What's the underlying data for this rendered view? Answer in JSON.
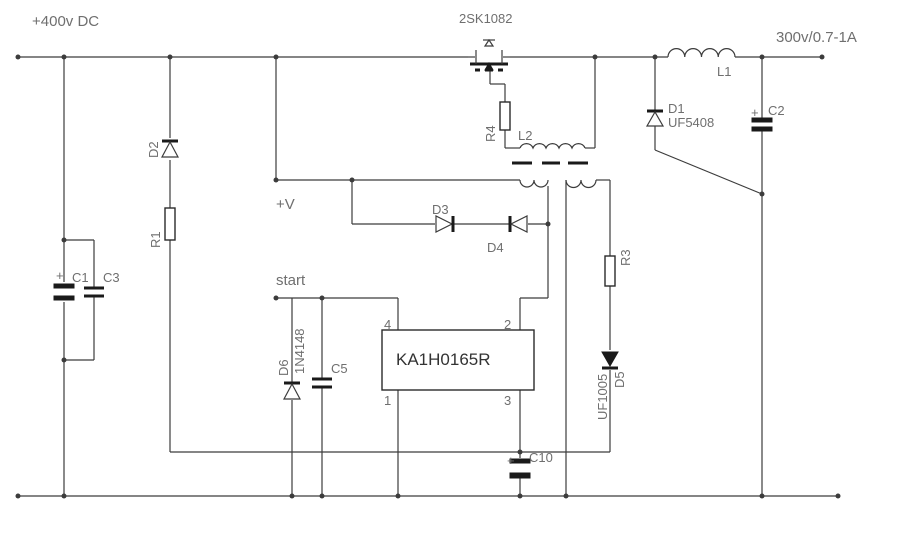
{
  "labels": {
    "input": "+400v DC",
    "output": "300v/0.7-1A",
    "mosfet": "2SK1082",
    "plus_v": "+V",
    "start": "start",
    "ic": "KA1H0165R",
    "c1": "C1",
    "c2": "C2",
    "c3": "C3",
    "c5": "C5",
    "c10": "C10",
    "d1": "D1",
    "d1_part": "UF5408",
    "d2": "D2",
    "d3": "D3",
    "d4": "D4",
    "d5": "D5",
    "d5_part": "UF1005",
    "d6": "D6",
    "d6_part": "1N4148",
    "r1": "R1",
    "r3": "R3",
    "r4": "R4",
    "l1": "L1",
    "l2": "L2",
    "pin1": "1",
    "pin2": "2",
    "pin3": "3",
    "pin4": "4",
    "plus": "+"
  },
  "colors": {
    "wire": "#3c3c3c",
    "text": "#6f6f6f",
    "background": "#ffffff"
  }
}
